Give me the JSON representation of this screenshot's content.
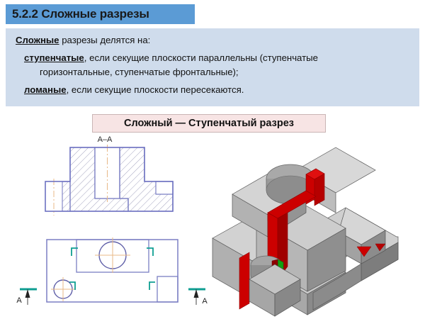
{
  "slide": {
    "title": "5.2.2 Сложные разрезы",
    "title_bg": "#5b9bd5",
    "body_bg": "#cfdcec",
    "body": {
      "line1_lead": "Сложные",
      "line1_rest": " разрезы делятся на:",
      "line2_lead": "ступенчатые",
      "line2_rest": ", если секущие плоскости параллельны (ступенчатые",
      "line2_cont": "горизонтальные, ступенчатые фронтальные);",
      "line3_lead": "ломаные",
      "line3_rest": ", если секущие плоскости пересекаются."
    },
    "subtitle": {
      "text": "Сложный — Ступенчатый разрез",
      "bg": "#f7e4e4",
      "border": "#c9b5b5"
    }
  },
  "drawing": {
    "section_label": "A–A",
    "section_arrow_left_label": "A",
    "section_arrow_right_label": "A",
    "outline_color": "#7b7fc4",
    "hatch_color": "#9a9ab8",
    "centerline_color": "#e8b887",
    "cut_marker_color": "#0f9e92"
  },
  "model": {
    "body_light": "#d2d2d2",
    "body_mid": "#b4b4b4",
    "body_dark": "#8e8e8e",
    "body_darker": "#6f6f6f",
    "cut_plane_color": "#cc0000",
    "cut_plane_shade": "#a50000",
    "highlight_color": "#12a112",
    "edge_color": "#555555"
  }
}
